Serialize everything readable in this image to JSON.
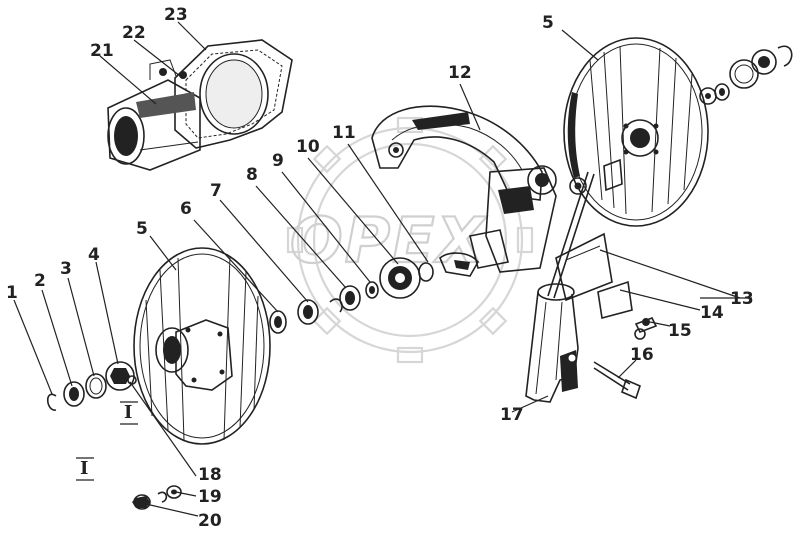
{
  "watermark": {
    "text": "OPEX"
  },
  "callouts": [
    "1",
    "2",
    "3",
    "4",
    "5",
    "5",
    "6",
    "7",
    "8",
    "9",
    "10",
    "11",
    "12",
    "13",
    "14",
    "15",
    "16",
    "17",
    "18",
    "19",
    "20",
    "21",
    "22",
    "23"
  ],
  "detail_marks": [
    "I",
    "I"
  ],
  "colors": {
    "ink": "#222222",
    "watermark": "#d0d0d0",
    "background": "#ffffff"
  }
}
